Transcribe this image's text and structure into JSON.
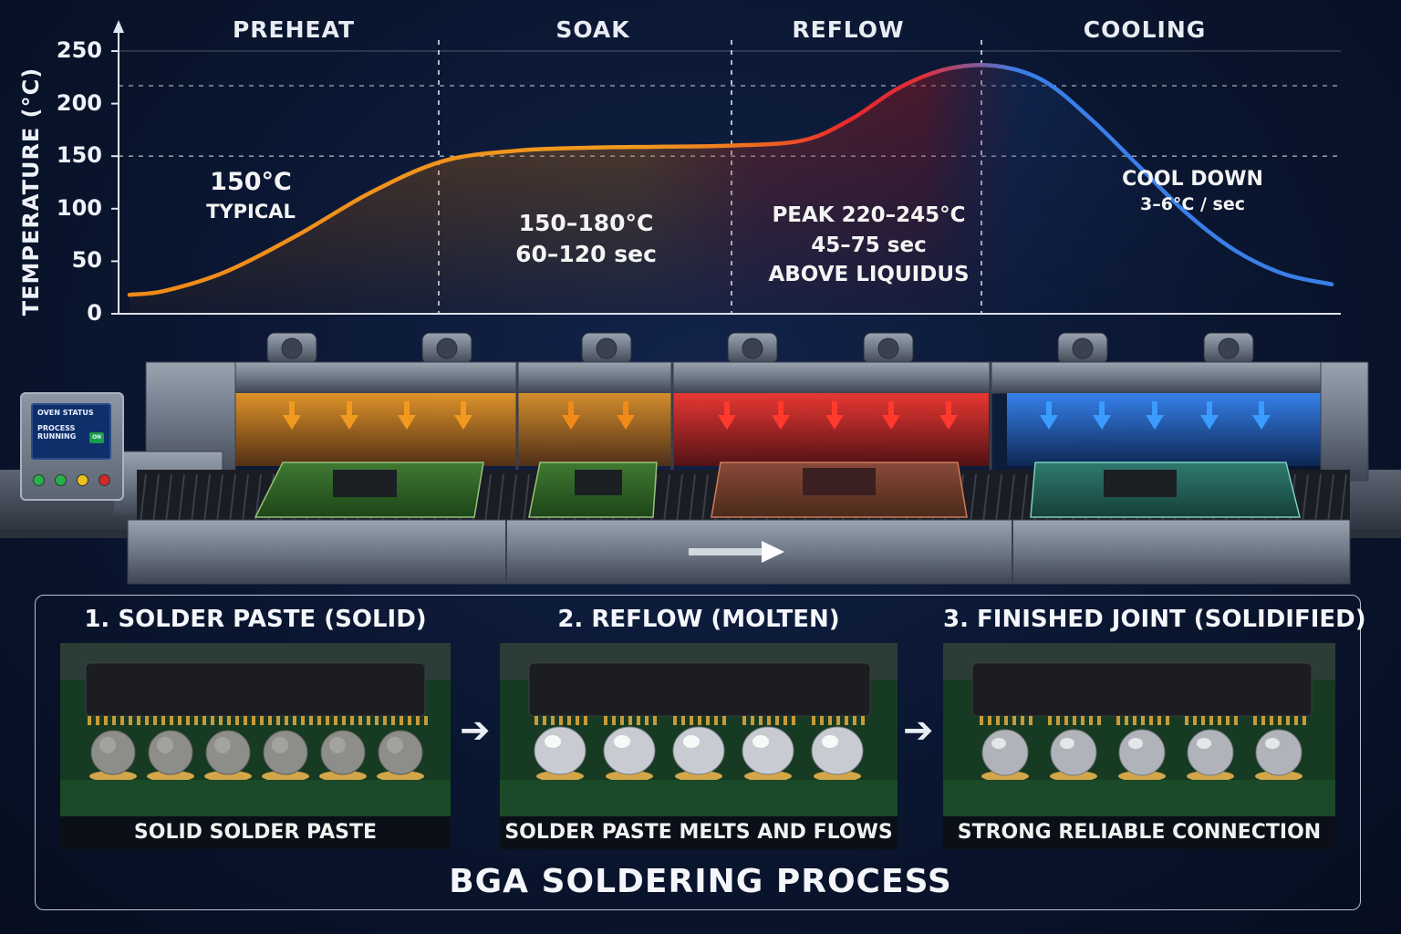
{
  "chart_data": {
    "type": "area",
    "ylabel": "TEMPERATURE (°C)",
    "yticks": [
      "250",
      "200",
      "150",
      "100",
      "50",
      "0"
    ],
    "ylim": [
      0,
      250
    ],
    "phases": [
      "PREHEAT",
      "SOAK",
      "REFLOW",
      "COOLING"
    ],
    "reference_lines": [
      150,
      217
    ],
    "series": [
      {
        "x": [
          0,
          3,
          8,
          14,
          20,
          26,
          32,
          38,
          44,
          50,
          56,
          60,
          64,
          68,
          72,
          76,
          80,
          84,
          88,
          92,
          96,
          100
        ],
        "y": [
          18,
          22,
          40,
          75,
          115,
          145,
          155,
          158,
          159,
          160,
          165,
          185,
          215,
          233,
          236,
          222,
          185,
          140,
          95,
          60,
          38,
          28
        ]
      }
    ],
    "annotations": [
      {
        "lines": [
          "150°C",
          "TYPICAL"
        ]
      },
      {
        "lines": [
          "150–180°C",
          "60–120 sec"
        ]
      },
      {
        "lines": [
          "PEAK 220–245°C",
          "45–75 sec",
          "ABOVE LIQUIDUS"
        ]
      },
      {
        "lines": [
          "COOL DOWN",
          "3–6°C / sec"
        ]
      }
    ],
    "colors": {
      "preheat": "#f08a18",
      "soak": "#f09a20",
      "reflow": "#e0252a",
      "cooling": "#3a7ee8"
    }
  },
  "monitor": {
    "title": "OVEN STATUS",
    "status_line1": "PROCESS",
    "status_line2": "RUNNING",
    "badge": "ON"
  },
  "steps": [
    {
      "title": "1. SOLDER PASTE (SOLID)",
      "caption": "SOLID SOLDER PASTE"
    },
    {
      "title": "2. REFLOW  (MOLTEN)",
      "caption": "SOLDER PASTE MELTS AND FLOWS"
    },
    {
      "title": "3. FINISHED JOINT (SOLIDIFIED)",
      "caption": "STRONG RELIABLE CONNECTION"
    }
  ],
  "footer_title": "BGA SOLDERING PROCESS",
  "icons": [
    "arrow-up-icon",
    "arrow-down-icon",
    "conveyor-arrow-icon",
    "step-arrow-icon"
  ]
}
